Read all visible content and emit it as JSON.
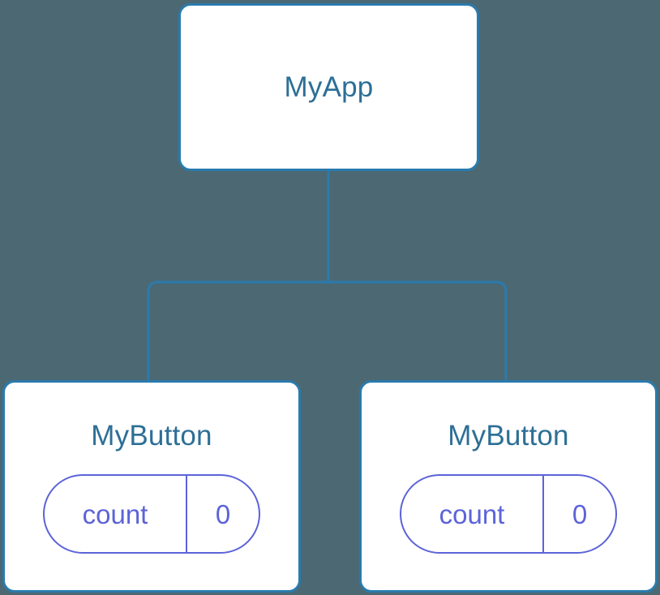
{
  "diagram": {
    "type": "component-tree",
    "background_color": "#4c6873",
    "edge_color": "#2a7bad",
    "node_border_color": "#2a7bad",
    "node_fill_color": "#ffffff",
    "node_title_color": "#2d6f96",
    "pill_color": "#5c63d8",
    "root": {
      "title": "MyApp"
    },
    "children": [
      {
        "title": "MyButton",
        "state": {
          "key": "count",
          "value": "0"
        }
      },
      {
        "title": "MyButton",
        "state": {
          "key": "count",
          "value": "0"
        }
      }
    ]
  }
}
